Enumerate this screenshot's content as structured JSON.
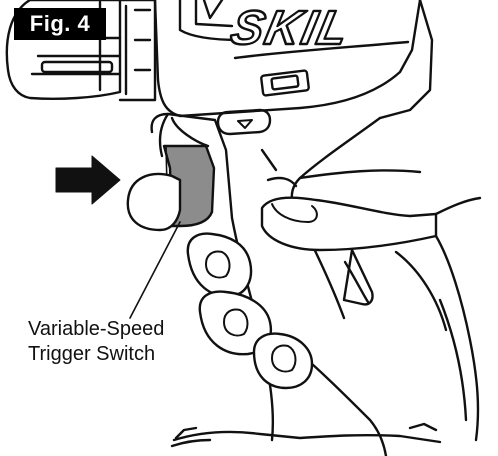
{
  "figure": {
    "label": "Fig. 4",
    "brand": "SKIL",
    "callout_line1": "Variable-Speed",
    "callout_line2": "Trigger Switch"
  },
  "colors": {
    "ink": "#111111",
    "trigger_fill": "#8c8c8c",
    "label_background": "#000000",
    "label_text": "#ffffff"
  },
  "icons": [
    "arrow-right-icon",
    "direction-arrow-icon"
  ]
}
